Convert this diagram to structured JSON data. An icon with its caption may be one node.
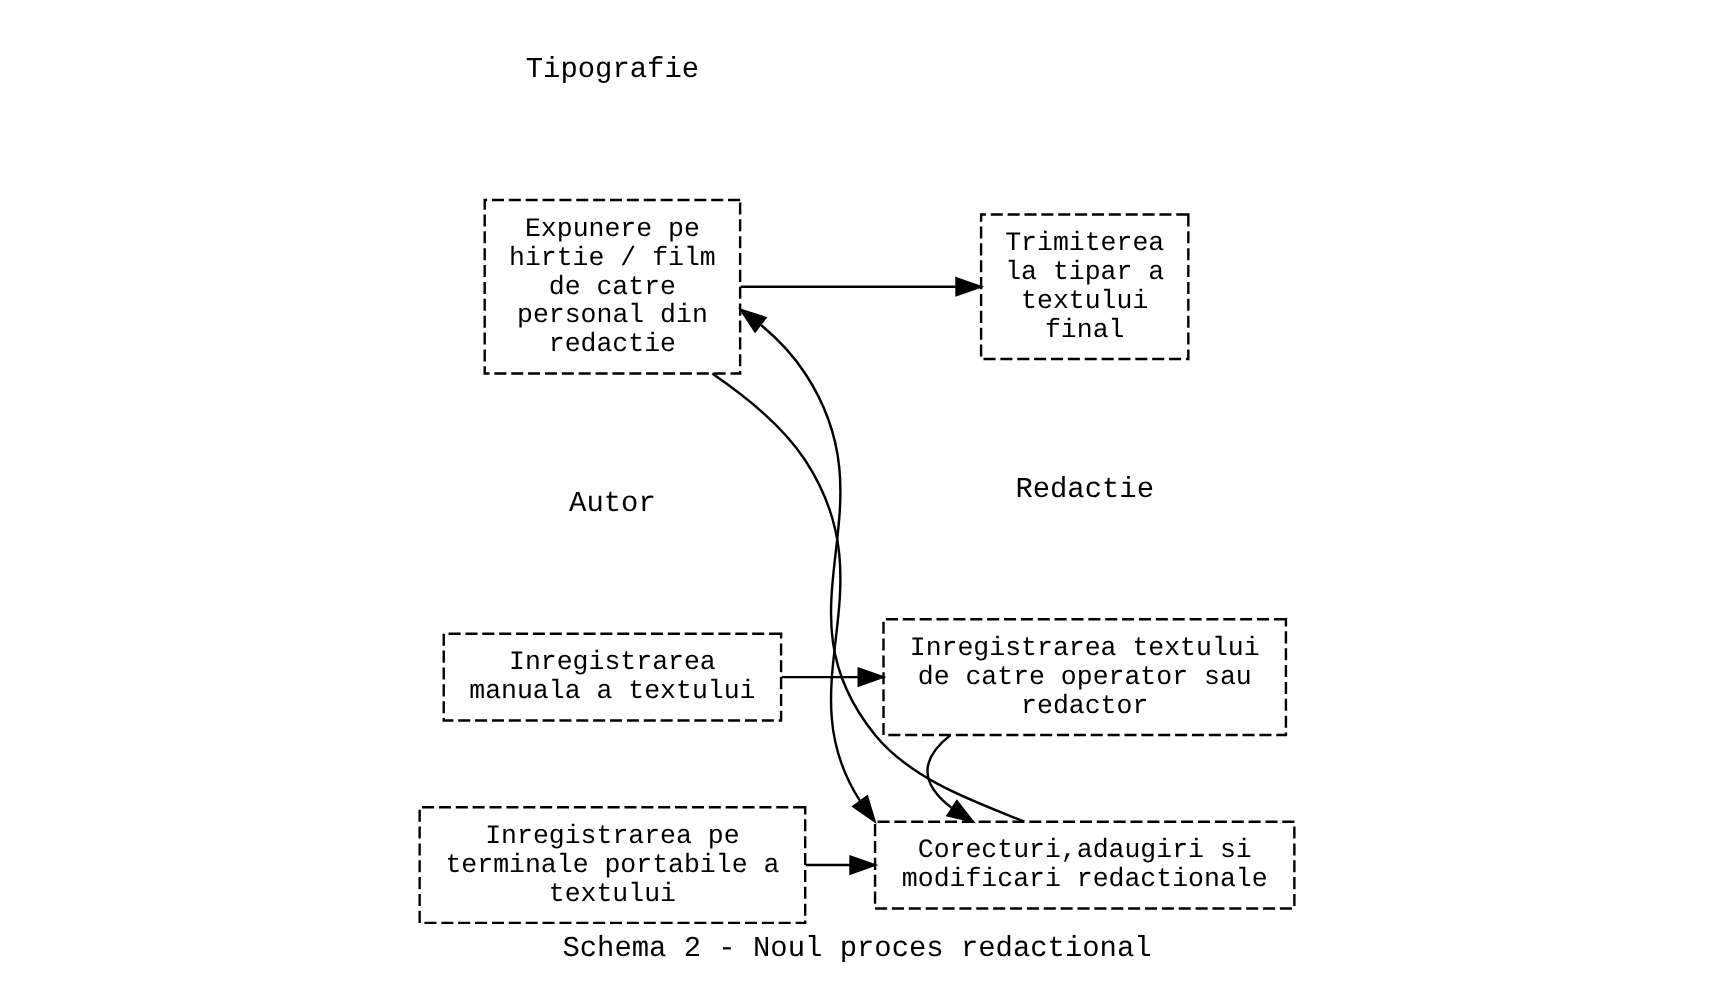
{
  "diagram": {
    "caption": "Schema 2 - Noul proces redactional",
    "nodes": [
      {
        "text": [
          "Inregistrarea manuala a textului"
        ]
      },
      {
        "text": [
          "Inregistrarea textului de catre operator sau redactor"
        ]
      },
      {
        "text": [
          "Expunere pe hirtie / film de catre personal din redactie"
        ]
      },
      {
        "text": [
          "Trimiterea la tipar a textului final"
        ]
      },
      {
        "text": [
          "Inregistrarea pe terminale portabile a textului"
        ]
      },
      {
        "text": [
          "Corecturi,adaugiri si modificari redactionale"
        ]
      }
    ],
    "edges": [
      {
        "from": 0,
        "to": 1,
        "arrow": "to"
      },
      {
        "from": 2,
        "to": 3,
        "arrow": "to"
      },
      {
        "from": 1,
        "to": 5,
        "arrow": "to"
      },
      {
        "from": 4,
        "to": 5,
        "arrow": "to"
      },
      {
        "from": 2,
        "to": 5,
        "arrow": "to"
      },
      {
        "from": 5,
        "to": 2,
        "arrow": "to"
      }
    ],
    "labels": [
      "Autor",
      "Redactie",
      "Tipografie"
    ]
  }
}
